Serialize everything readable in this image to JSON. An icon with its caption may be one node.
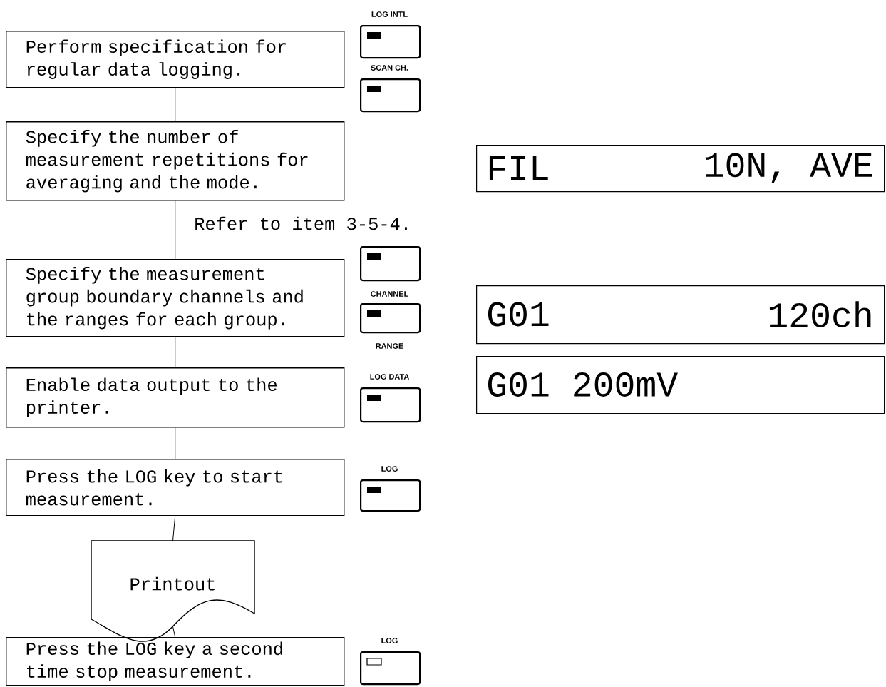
{
  "diagram": {
    "nodes": [
      {
        "text": [
          "Perform specification for regular data logging."
        ]
      },
      {
        "text": [
          "Specify the number of measurement repetitions for averaging and the mode."
        ]
      },
      {
        "text": [
          "Specify the measurement group boundary channels and the ranges for each group."
        ]
      },
      {
        "text": [
          "Enable data output to the printer."
        ]
      },
      {
        "text": [
          "Press the LOG key to start measurement."
        ]
      },
      {
        "text": [
          "Printout"
        ]
      },
      {
        "text": [
          "Press the LOG key a second time stop measurement."
        ]
      },
      {
        "text": [
          "LOG INTL"
        ]
      },
      {
        "text": [
          "SCAN CH."
        ]
      },
      {
        "text": [
          "CHANNEL"
        ]
      },
      {
        "text": [
          "RANGE"
        ]
      },
      {
        "text": [
          "LOG DATA"
        ]
      },
      {
        "text": [
          "LOG"
        ]
      },
      {
        "text": [
          "LOG"
        ]
      },
      {
        "text": [
          "FIL",
          "10N, AVE"
        ]
      },
      {
        "text": [
          "G01",
          "120ch"
        ]
      },
      {
        "text": [
          "G01 200mV"
        ]
      }
    ],
    "edges": [
      {
        "from": 0,
        "to": 1,
        "arrow": "none"
      },
      {
        "from": 1,
        "to": 2,
        "arrow": "none"
      },
      {
        "from": 2,
        "to": 3,
        "arrow": "none"
      },
      {
        "from": 3,
        "to": 4,
        "arrow": "none"
      },
      {
        "from": 4,
        "to": 5,
        "arrow": "none"
      },
      {
        "from": 5,
        "to": 6,
        "arrow": "none"
      }
    ],
    "labels": [
      "Refer to item 3-5-4."
    ]
  }
}
